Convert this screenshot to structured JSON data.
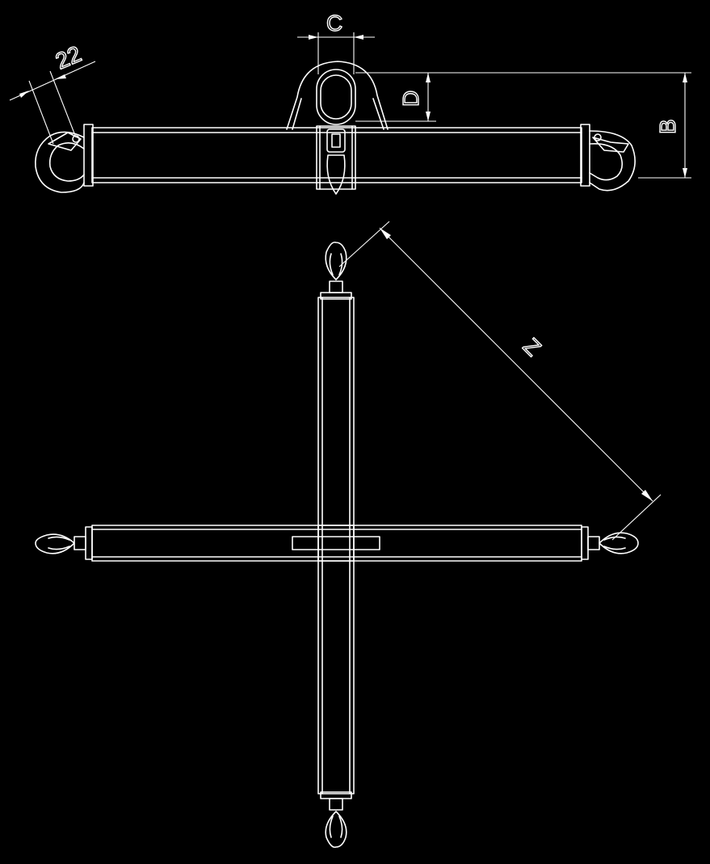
{
  "drawing": {
    "background_color": "#000000",
    "line_color": "#ffffff",
    "dimensions": {
      "hook_width": "22",
      "shackle_width": "C",
      "shackle_height": "D",
      "overall_height": "B",
      "diagonal_span": "Z"
    }
  }
}
